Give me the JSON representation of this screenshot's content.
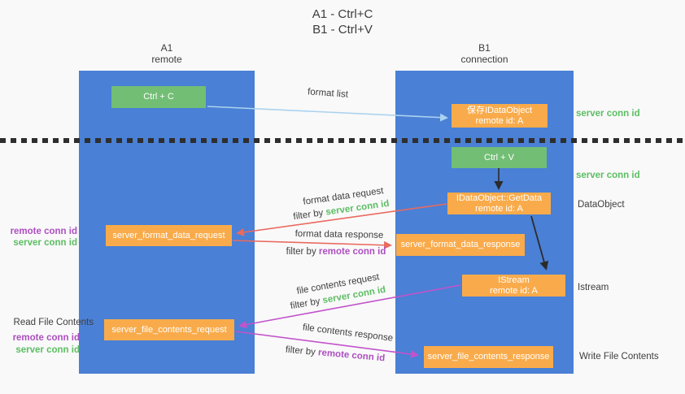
{
  "title": {
    "line1": "A1 - Ctrl+C",
    "line2": "B1 - Ctrl+V"
  },
  "columns": {
    "a1": {
      "name": "A1",
      "subtitle": "remote"
    },
    "b1": {
      "name": "B1",
      "subtitle": "connection"
    }
  },
  "boxes": {
    "ctrl_c": {
      "label": "Ctrl + C"
    },
    "save_idataobject": {
      "line1": "保存IDataObject",
      "line2": "remote id: A"
    },
    "ctrl_v": {
      "label": "Ctrl + V"
    },
    "idataobject_getdata": {
      "line1": "IDataObject::GetData",
      "line2": "remote id: A"
    },
    "server_format_data_request": {
      "label": "server_format_data_request"
    },
    "server_format_data_response": {
      "label": "server_format_data_response"
    },
    "istream": {
      "line1": "IStream",
      "line2": "remote id: A"
    },
    "server_file_contents_request": {
      "label": "server_file_contents_request"
    },
    "server_file_contents_response": {
      "label": "server_file_contents_response"
    }
  },
  "arrow_labels": {
    "format_list": "format list",
    "format_data_request": "format data request",
    "format_data_response": "format data response",
    "file_contents_request": "file contents request",
    "file_contents_response": "file contents response",
    "filter_by": "filter by",
    "server_conn_id": "server conn id",
    "remote_conn_id": "remote conn id"
  },
  "side_labels": {
    "server_conn_id": "server conn id",
    "remote_conn_id": "remote conn id",
    "dataobject": "DataObject",
    "istream": "Istream",
    "read_file_contents": "Read File Contents",
    "write_file_contents": "Write File Contents"
  },
  "colors": {
    "lane_blue": "#4a80d5",
    "box_green": "#72be75",
    "box_orange": "#f9ab4b",
    "arrow_red": "#e96a5f",
    "arrow_magenta": "#c253cb",
    "arrow_light_blue": "#aad2ef",
    "arrow_black": "#2b2b2b",
    "text_green": "#5cbd63",
    "text_purple": "#ad4fc0",
    "background": "#f9f9f9"
  }
}
